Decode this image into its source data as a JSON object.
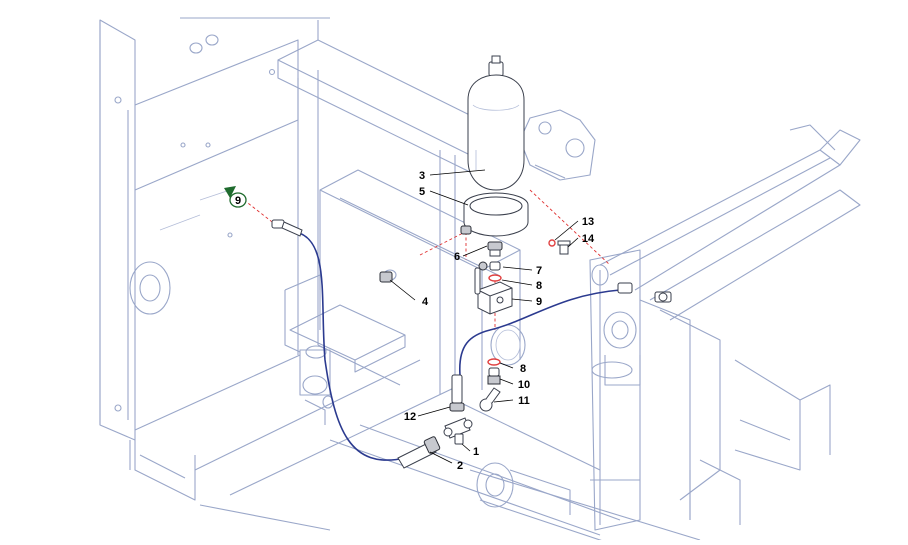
{
  "diagram": {
    "colors": {
      "frame": "#9aa7c9",
      "part": "#3a3f4c",
      "hose": "#2b3a8f",
      "reference_line": "#e03030",
      "seal": "#e04040",
      "flag": "#1f6b2e"
    },
    "reference_flag": {
      "label": "9",
      "icon": "triangle-flag-icon"
    },
    "callouts": [
      {
        "id": "c3",
        "label": "3"
      },
      {
        "id": "c5",
        "label": "5"
      },
      {
        "id": "c13",
        "label": "13"
      },
      {
        "id": "c14",
        "label": "14"
      },
      {
        "id": "c6",
        "label": "6"
      },
      {
        "id": "c7",
        "label": "7"
      },
      {
        "id": "c8a",
        "label": "8"
      },
      {
        "id": "c9",
        "label": "9"
      },
      {
        "id": "c4",
        "label": "4"
      },
      {
        "id": "c8b",
        "label": "8"
      },
      {
        "id": "c10",
        "label": "10"
      },
      {
        "id": "c11",
        "label": "11"
      },
      {
        "id": "c12",
        "label": "12"
      },
      {
        "id": "c1",
        "label": "1"
      },
      {
        "id": "c2",
        "label": "2"
      }
    ]
  }
}
